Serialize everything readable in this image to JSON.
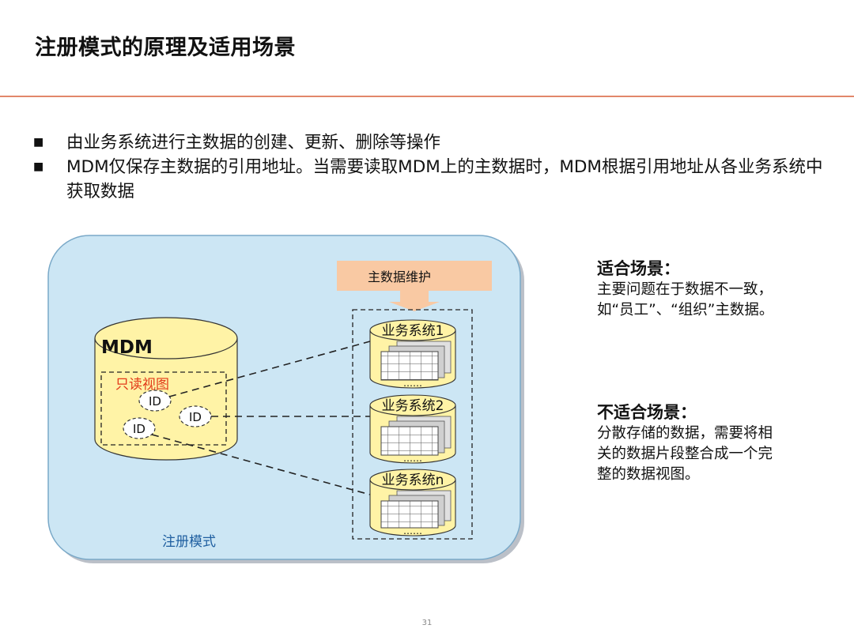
{
  "title": "注册模式的原理及适用场景",
  "bullets": [
    "由业务系统进行主数据的创建、更新、删除等操作",
    "MDM仅保存主数据的引用地址。当需要读取MDM上的主数据时，MDM根据引用地址从各业务系统中获取数据"
  ],
  "diagram": {
    "container_label": "注册模式",
    "mdm_label": "MDM",
    "readonly_view_label": "只读视图",
    "id_labels": [
      "ID",
      "ID",
      "ID"
    ],
    "maintenance_label": "主数据维护",
    "systems": [
      "业务系统1",
      "业务系统2",
      "业务系统n"
    ],
    "ellipsis": "……",
    "colors": {
      "container_fill": "#cce6f4",
      "container_stroke": "#7aa9c8",
      "cylinder_fill": "#fff3a6",
      "cylinder_stroke": "#333333",
      "readonly_text": "#e23a1a",
      "arrow_fill": "#f9c9a3",
      "container_label_color": "#1f5fa0"
    }
  },
  "suitable": {
    "heading": "适合场景：",
    "text": "主要问题在于数据不一致，如“员工”、“组织”主数据。"
  },
  "unsuitable": {
    "heading": "不适合场景：",
    "text": "分散存储的数据，需要将相关的数据片段整合成一个完整的数据视图。"
  },
  "page_number": "31"
}
